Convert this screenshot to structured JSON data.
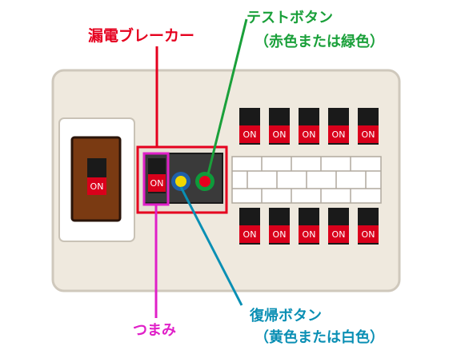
{
  "labels": {
    "leakage_breaker": "漏電ブレーカー",
    "test_button_line1": "テストボタン",
    "test_button_line2": "（赤色または緑色）",
    "reset_button_line1": "復帰ボタン",
    "reset_button_line2": "（黄色または白色）",
    "knob": "つまみ"
  },
  "switch_text": "ON",
  "colors": {
    "leak_red": "#e5001e",
    "test_green": "#1aa03a",
    "reset_blue": "#0a8fb4",
    "knob_magenta": "#e020c8",
    "panel_bg": "#efe9de",
    "switch_red": "#d9001b",
    "main_brown": "#7a3a12"
  }
}
